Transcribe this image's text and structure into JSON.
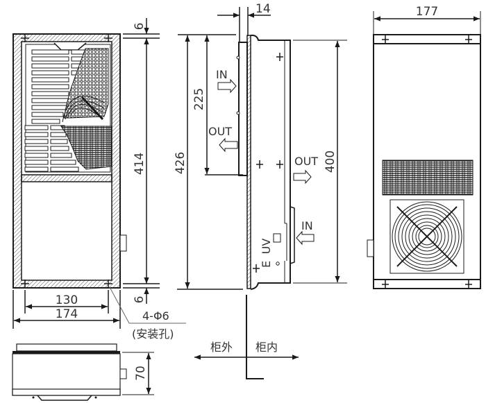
{
  "front_view": {
    "dim_height": "414",
    "dim_top_gap": "6",
    "dim_bottom_gap": "6",
    "dim_hole_spacing": "130",
    "dim_width": "174",
    "hole_callout": "4-Φ6",
    "hole_callout_note": "(安装孔)"
  },
  "side_view": {
    "dim_flange": "14",
    "dim_total_height": "426",
    "dim_upper_height": "225",
    "dim_body_height": "400",
    "label_in_upper": "IN",
    "label_out_upper": "OUT",
    "label_out_right": "OUT",
    "label_in_lower": "IN",
    "label_uv": "UV",
    "label_e": "E",
    "label_outside": "柜外",
    "label_inside": "柜内"
  },
  "rear_view": {
    "dim_width": "177"
  },
  "bottom_view": {
    "dim_depth": "70"
  },
  "colors": {
    "line": "#1a1a1a",
    "text": "#333333",
    "hatch": "#555555"
  }
}
